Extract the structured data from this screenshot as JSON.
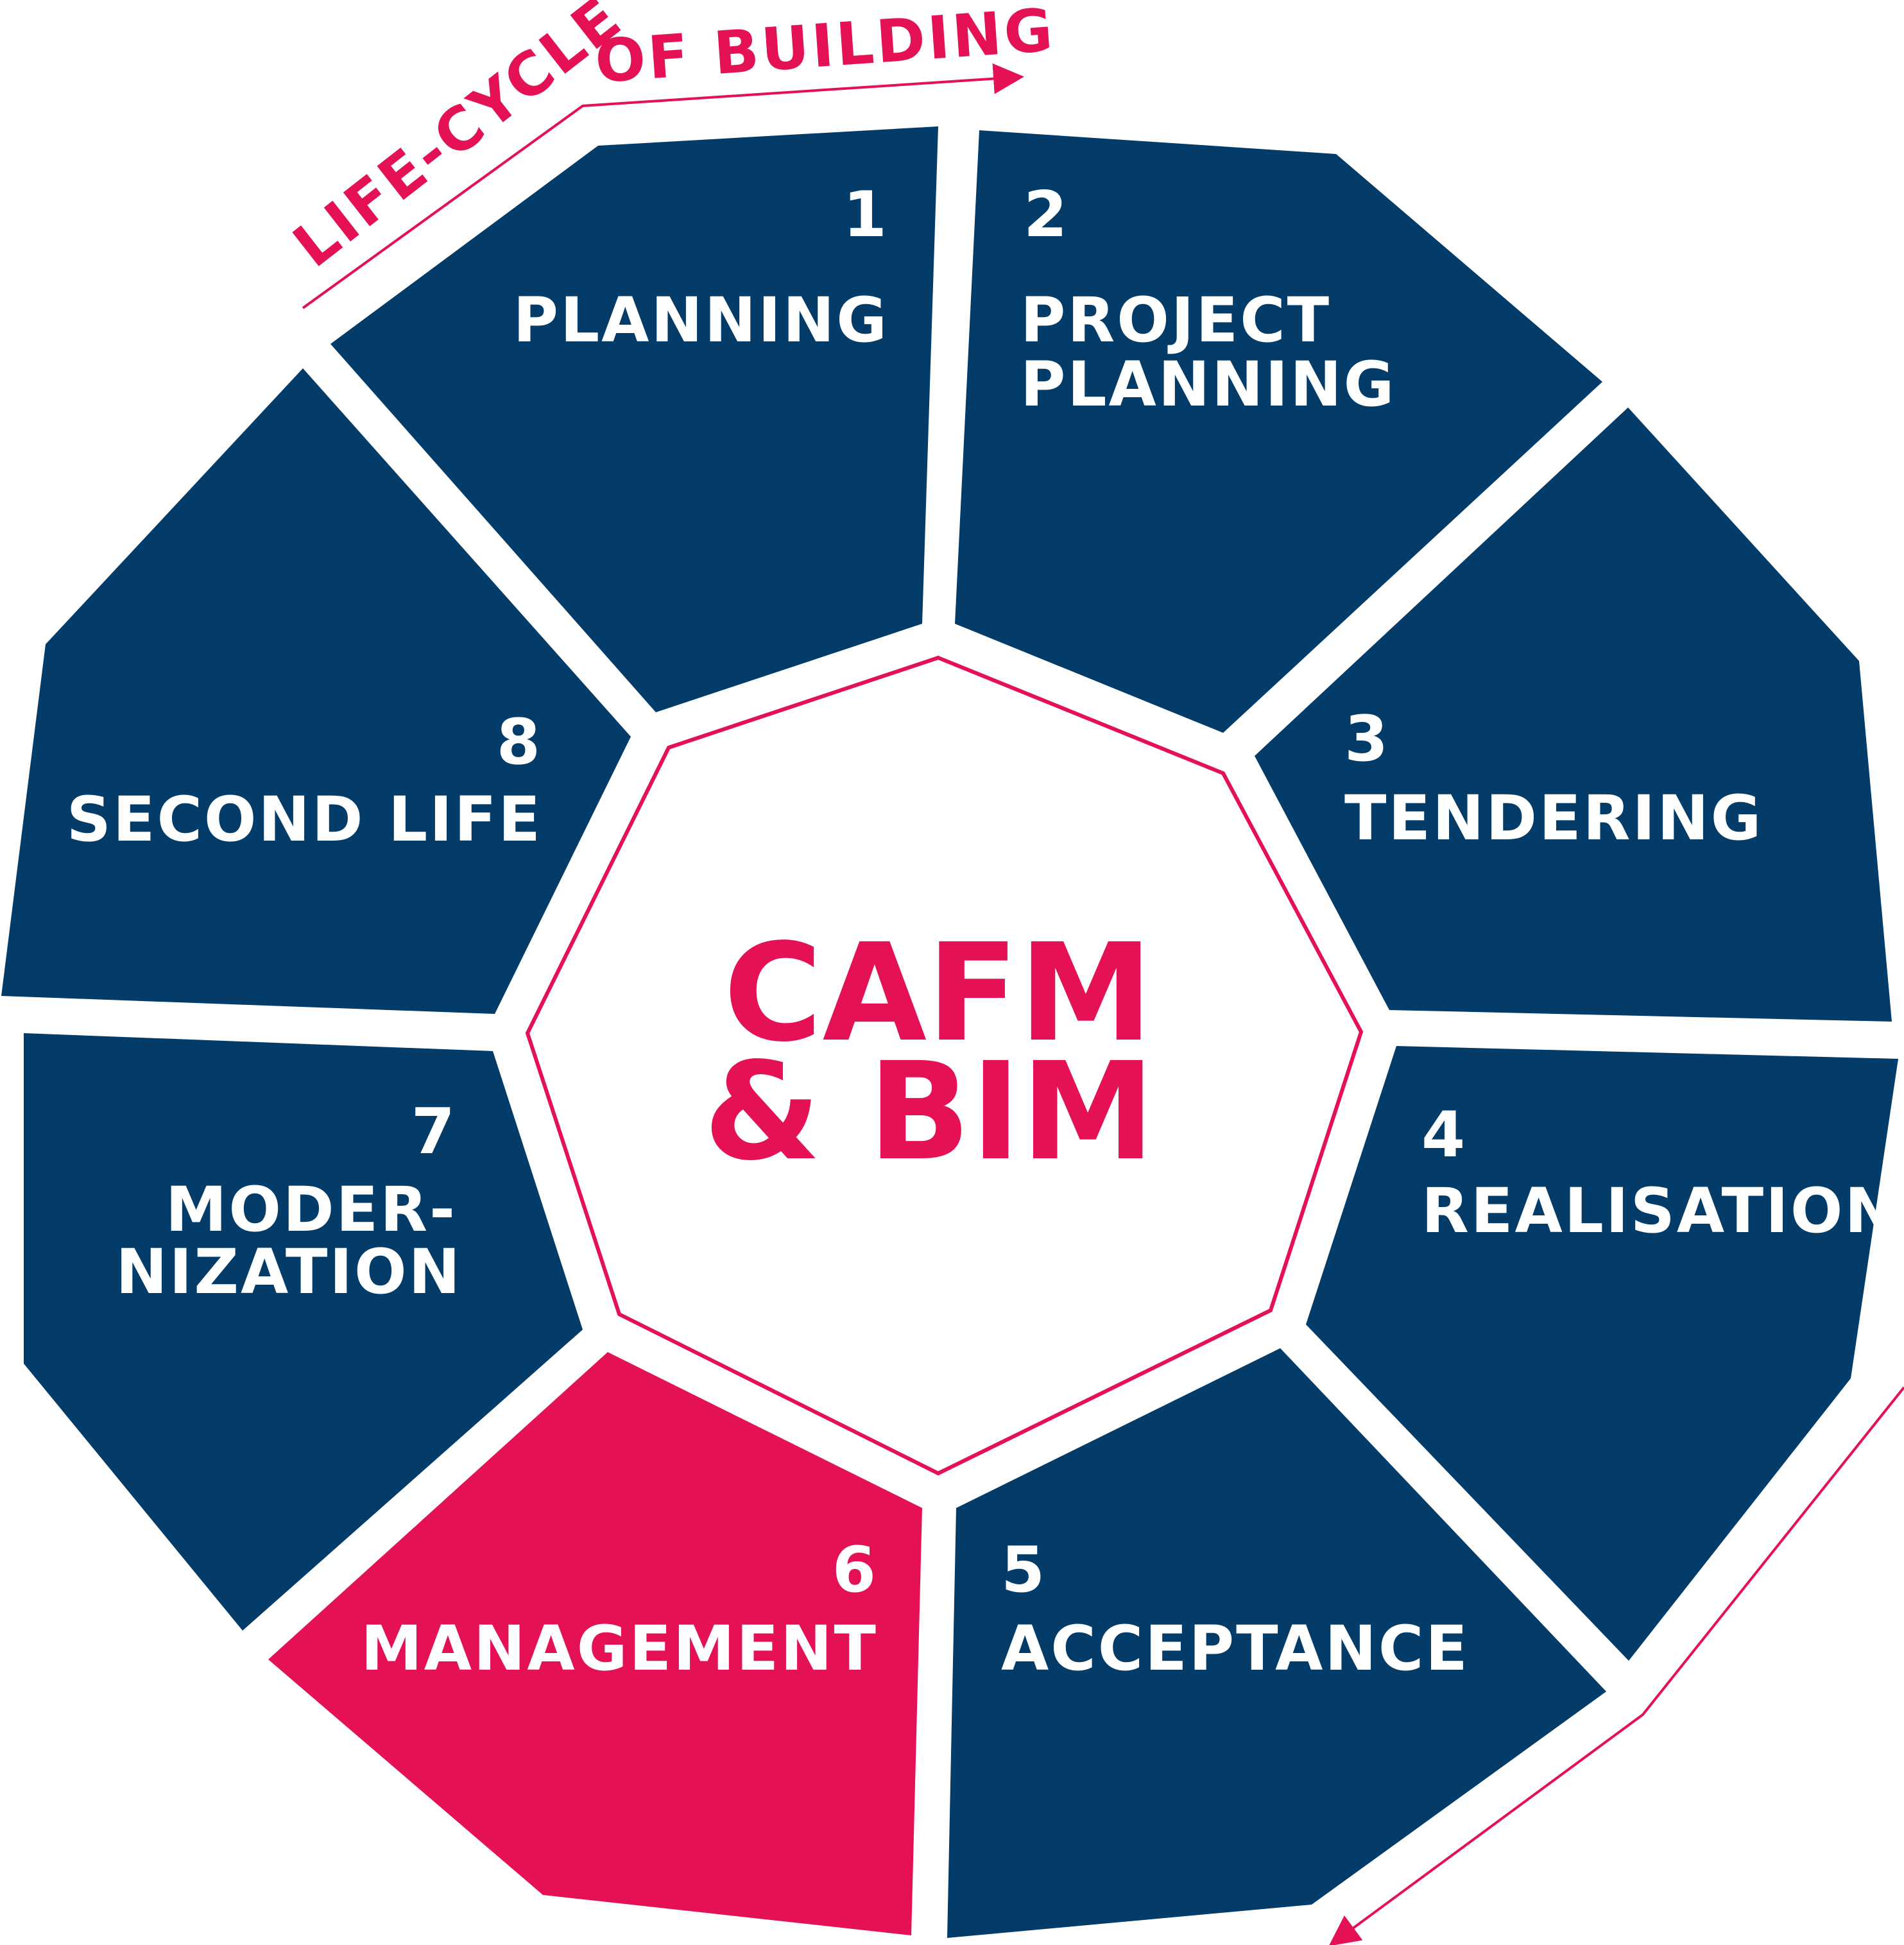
{
  "colors": {
    "navy": "#033b69",
    "accent": "#e41255",
    "text_on_segment": "#ffffff",
    "background": "#ffffff"
  },
  "title": {
    "line1": "LIFE-CYCLE",
    "line2": "OF BUILDING"
  },
  "center": {
    "line1": "CAFM",
    "line2": "& BIM"
  },
  "segments": [
    {
      "id": "planning",
      "number": "1",
      "label": [
        "PLANNING"
      ],
      "highlighted": false
    },
    {
      "id": "project-planning",
      "number": "2",
      "label": [
        "PROJECT",
        "PLANNING"
      ],
      "highlighted": false
    },
    {
      "id": "tendering",
      "number": "3",
      "label": [
        "TENDERING"
      ],
      "highlighted": false
    },
    {
      "id": "realisation",
      "number": "4",
      "label": [
        "REALISATION"
      ],
      "highlighted": false
    },
    {
      "id": "acceptance",
      "number": "5",
      "label": [
        "ACCEPTANCE"
      ],
      "highlighted": false
    },
    {
      "id": "management",
      "number": "6",
      "label": [
        "MANAGEMENT"
      ],
      "highlighted": true
    },
    {
      "id": "modernization",
      "number": "7",
      "label": [
        "MODER-",
        "NIZATION"
      ],
      "highlighted": false
    },
    {
      "id": "second-life",
      "number": "8",
      "label": [
        "SECOND LIFE"
      ],
      "highlighted": false
    }
  ]
}
